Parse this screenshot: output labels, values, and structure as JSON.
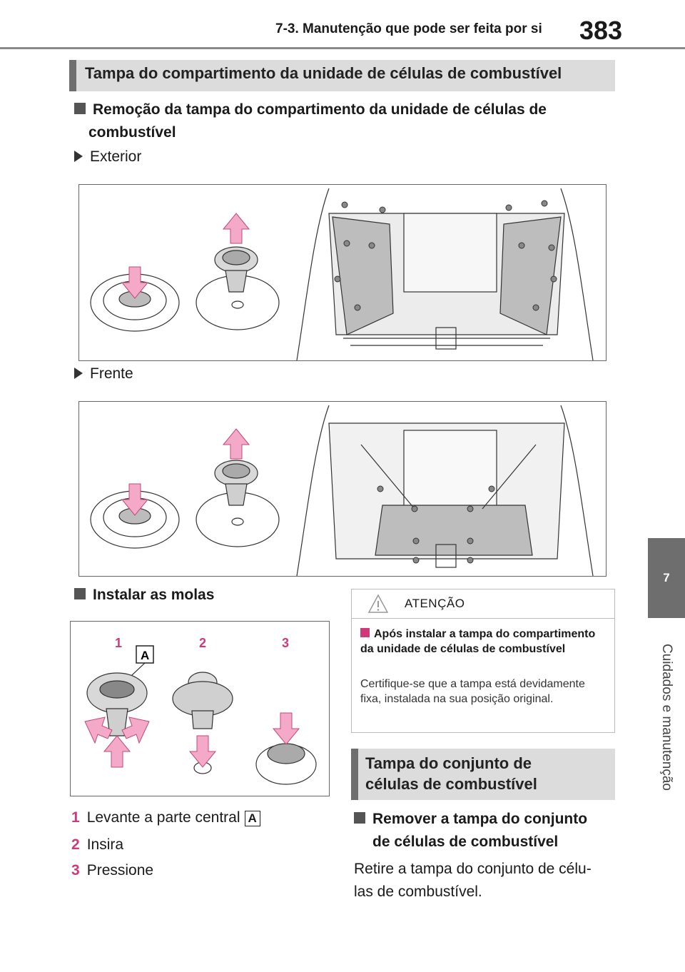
{
  "header": {
    "section_title": "7-3. Manutenção que pode ser feita por si",
    "page_number": "383"
  },
  "section1": {
    "title": "Tampa do compartimento da unidade de células de combustível"
  },
  "removal": {
    "heading_line1": "Remoção da tampa do compartimento da unidade de células de",
    "heading_line2": "combustível",
    "exterior_label": "Exterior",
    "front_label": "Frente"
  },
  "install": {
    "heading": "Instalar as molas",
    "figure_labels": [
      "1",
      "2",
      "3"
    ],
    "callout": "A",
    "steps": [
      {
        "num": "1",
        "text": "Levante a parte central"
      },
      {
        "num": "2",
        "text": "Insira"
      },
      {
        "num": "3",
        "text": "Pressione"
      }
    ]
  },
  "warning": {
    "title": "ATENÇÃO",
    "subheading": "Após instalar a tampa do compartimento da unidade de células de combustível",
    "body": "Certifique-se que a tampa está devidamente fixa, instalada na sua posição original."
  },
  "section2": {
    "title_line1": "Tampa do conjunto de",
    "title_line2": "células de combustível"
  },
  "remove_cover": {
    "heading_line1": "Remover a tampa do conjunto",
    "heading_line2": "de células de combustível",
    "body_line1": "Retire a tampa do conjunto de célu-",
    "body_line2": "las de combustível."
  },
  "side_tab": {
    "number": "7",
    "label": "Cuidados e manutenção"
  },
  "colors": {
    "accent": "#d1387a",
    "arrow_fill": "#f3a9c7",
    "gray_band": "#6e6e6e"
  }
}
